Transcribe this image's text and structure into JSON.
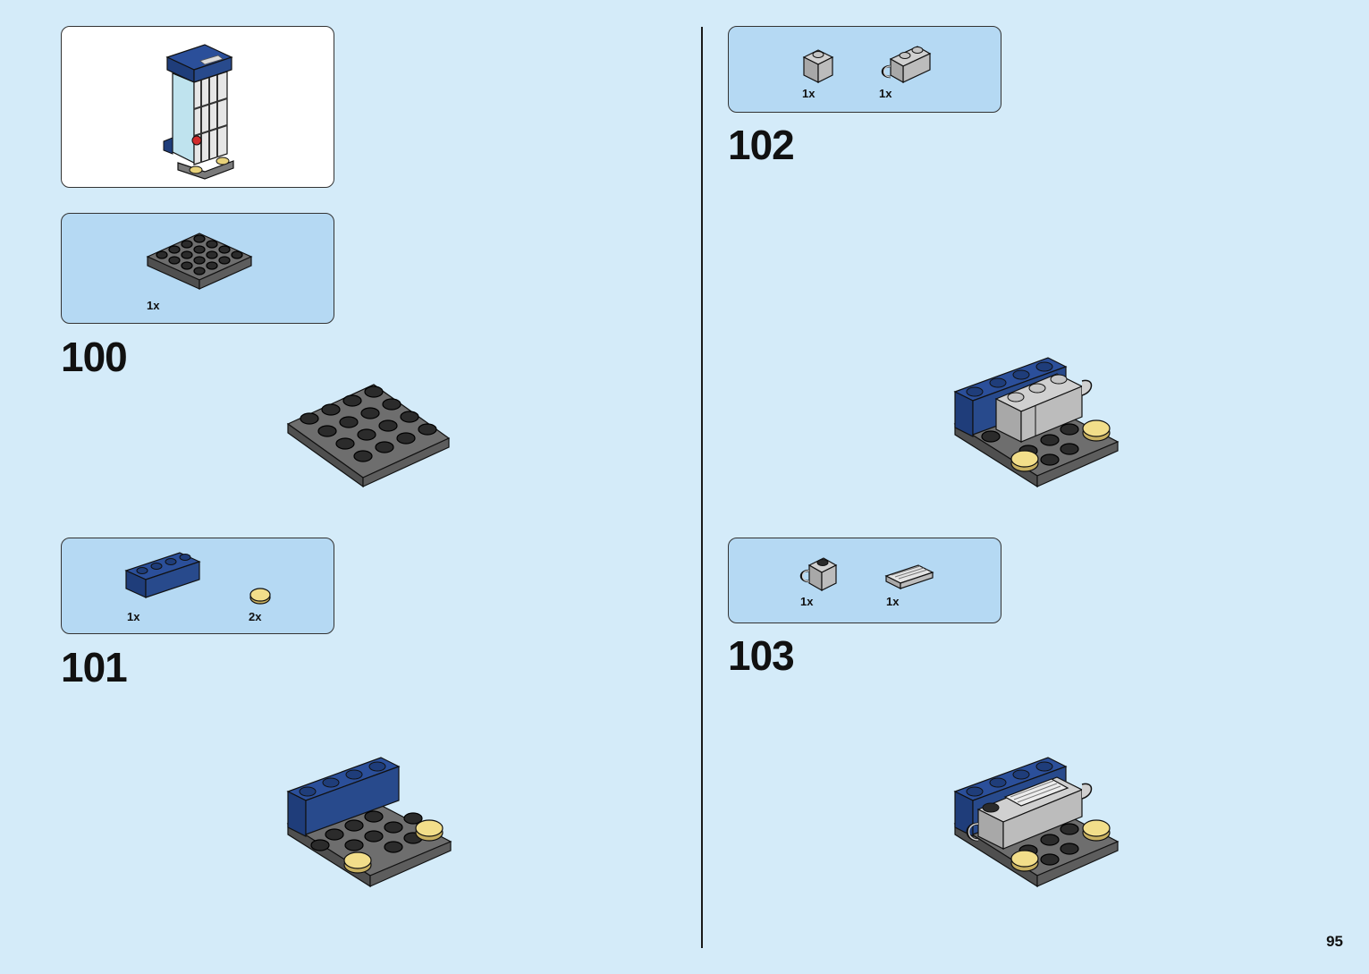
{
  "page": {
    "number": "95"
  },
  "left": {
    "preview": {
      "icon": "assembled-model-preview"
    },
    "steps": [
      {
        "number": "100",
        "parts": [
          {
            "qty": "1x",
            "icon": "dark-gray-plate-4x4"
          }
        ]
      },
      {
        "number": "101",
        "parts": [
          {
            "qty": "1x",
            "icon": "dark-blue-brick-1x4"
          },
          {
            "qty": "2x",
            "icon": "gold-round-tile-1x1"
          }
        ]
      }
    ]
  },
  "right": {
    "steps": [
      {
        "number": "102",
        "parts": [
          {
            "qty": "1x",
            "icon": "light-gray-brick-1x1"
          },
          {
            "qty": "1x",
            "icon": "light-gray-brick-1x2-clip"
          }
        ]
      },
      {
        "number": "103",
        "parts": [
          {
            "qty": "1x",
            "icon": "light-gray-brick-clip-stud"
          },
          {
            "qty": "1x",
            "icon": "grille-tile-1x2"
          }
        ]
      }
    ]
  },
  "colors": {
    "background": "#d4ebf9",
    "callout": "#b5d9f3",
    "dark_blue": "#1f3d7a",
    "dark_gray": "#6e6e6e",
    "gold": "#e8d27a"
  }
}
